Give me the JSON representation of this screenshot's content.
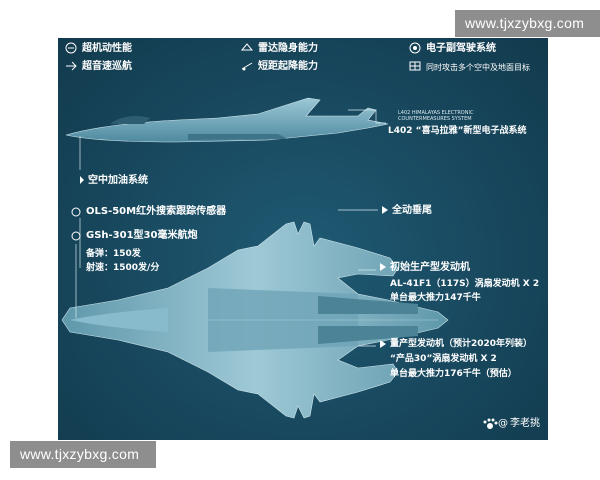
{
  "watermarks": {
    "top": "www.tjxzybxg.com",
    "bottom": "www.tjxzybxg.com"
  },
  "legend": {
    "col1": [
      "超机动性能",
      "超音速巡航"
    ],
    "col2": [
      "雷达隐身能力",
      "短距起降能力"
    ],
    "col3": [
      "电子副驾驶系统",
      "同时攻击多个空中及地面目标"
    ]
  },
  "callouts": {
    "ew_small": [
      "L402 HIMALAYAS ELECTRONIC",
      "COUNTERMEASURES SYSTEM"
    ],
    "ew_main": "L402 “喜马拉雅”新型电子战系统",
    "refuel": "空中加油系统",
    "ols": "OLS-50M红外搜索跟踪传感器",
    "gun": "GSh-301型30毫米航炮",
    "ammo": "备弹：150发",
    "rate": "射速：1500发/分",
    "tail": "全动垂尾",
    "engine1_title": "初始生产型发动机",
    "engine1_line2": "AL-41F1（117S）涡扇发动机 X 2",
    "engine1_line3": "单台最大推力147千牛",
    "engine2_title": "量产型发动机（预计2020年列装）",
    "engine2_line2": "“产品30”涡扇发动机 X 2",
    "engine2_line3": "单台最大推力176千牛（预估）"
  },
  "credit": "李老挑",
  "colors": {
    "background": "#18485e",
    "aircraft": "#7fb3c6",
    "text": "#ffffff"
  }
}
